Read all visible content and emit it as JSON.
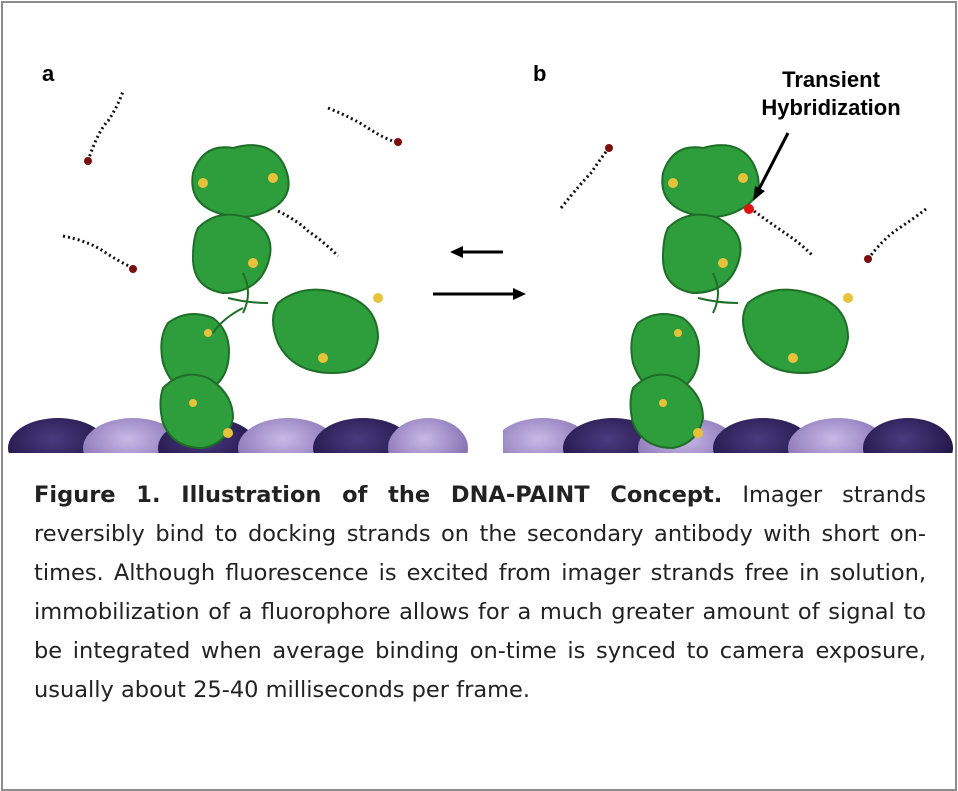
{
  "panels": {
    "a_label": "a",
    "b_label": "b",
    "annotation_line1": "Transient",
    "annotation_line2": "Hybridization"
  },
  "colors": {
    "protein_green": "#2e9e3c",
    "protein_dark": "#1f6e28",
    "disulfide_yellow": "#e8c23a",
    "surface_dark": "#2b1d55",
    "surface_light": "#9a86c4",
    "dna_strand": "#111111",
    "fluorophore": "#7a0f0f",
    "hybrid_site": "#e01010"
  },
  "caption": {
    "bold": "Figure 1. Illustration of the DNA-PAINT Concept.",
    "text": " Imager strands reversibly bind to docking strands on the secondary antibody with short on-times. Although fluorescence is excited from imager strands free in solution, immobilization of a fluorophore allows for a much greater amount of signal to be integrated when average binding on-time is synced to camera exposure, usually about 25-40 milliseconds per frame."
  }
}
